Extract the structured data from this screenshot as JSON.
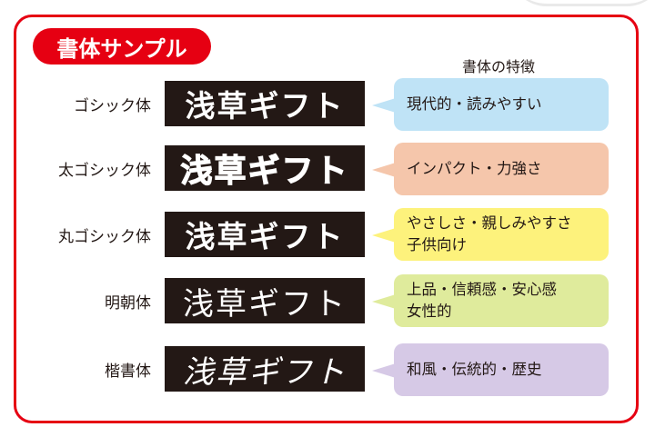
{
  "title": "書体サンプル",
  "features_header": "書体の特徴",
  "sample_text": "浅草ギフト",
  "rows": [
    {
      "label": "ゴシック体",
      "feature_lines": [
        "現代的・読みやすい"
      ],
      "bubble_color": "#bfe3f6"
    },
    {
      "label": "太ゴシック体",
      "feature_lines": [
        "インパクト・力強さ"
      ],
      "bubble_color": "#f5c6ab"
    },
    {
      "label": "丸ゴシック体",
      "feature_lines": [
        "やさしさ・親しみやすさ",
        "子供向け"
      ],
      "bubble_color": "#fdf27c"
    },
    {
      "label": "明朝体",
      "feature_lines": [
        "上品・信頼感・安心感",
        "女性的"
      ],
      "bubble_color": "#dfeb9c"
    },
    {
      "label": "楷書体",
      "feature_lines": [
        "和風・伝統的・歴史"
      ],
      "bubble_color": "#d6c9e6"
    }
  ],
  "colors": {
    "accent": "#e60012",
    "sample_bg": "#231815",
    "text": "#231815"
  }
}
